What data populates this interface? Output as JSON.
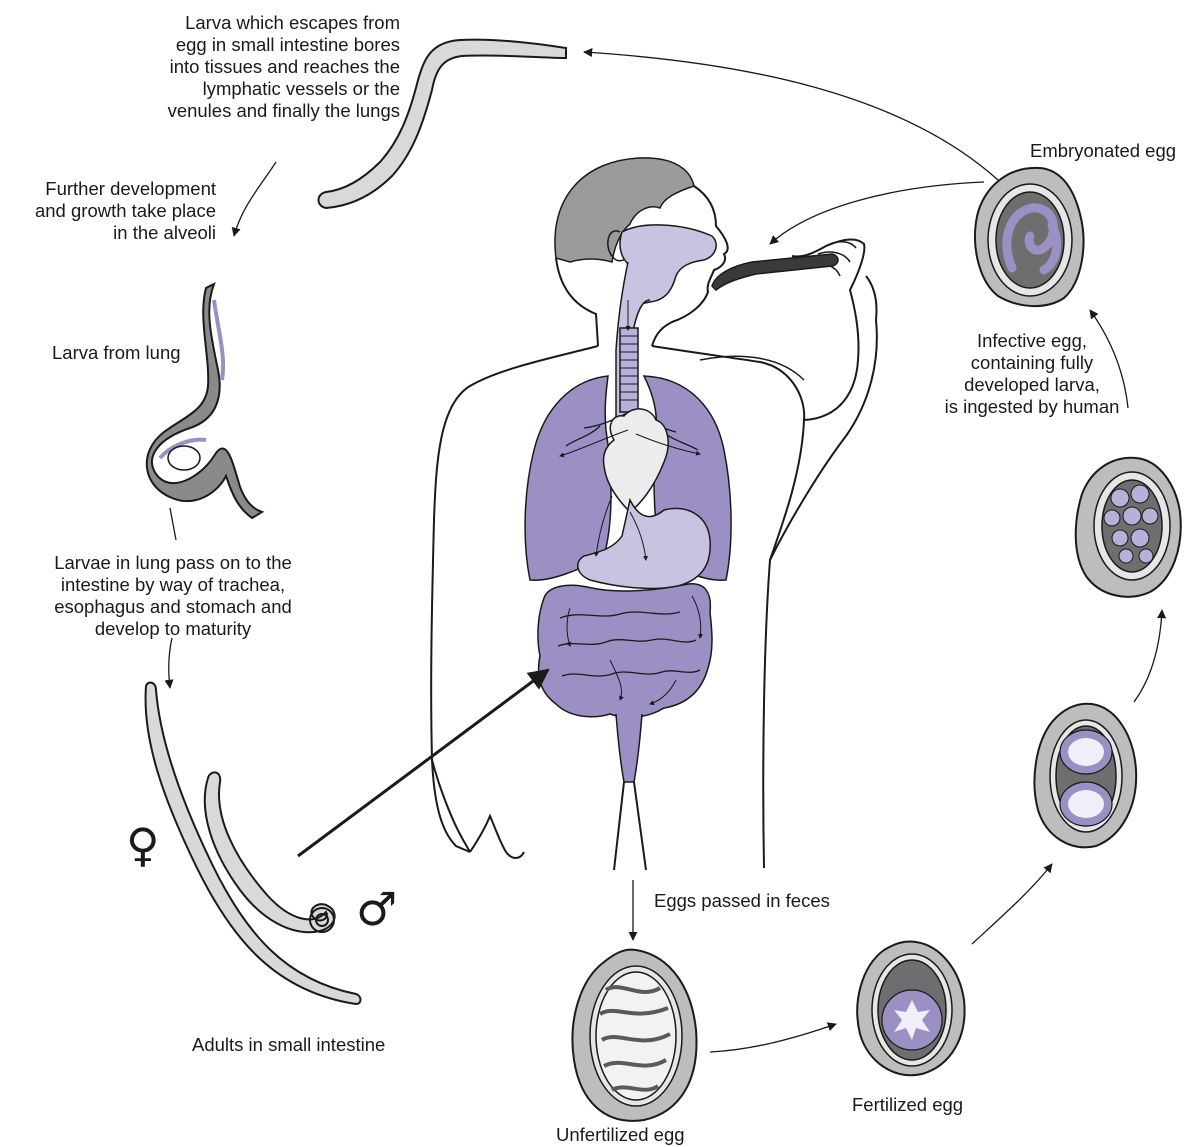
{
  "labels": {
    "larva_escapes": "Larva which escapes from\negg in small intestine bores\ninto tissues and reaches the\nlymphatic vessels or the\nvenules and finally the lungs",
    "further_development": "Further development\nand growth take place\nin the alveoli",
    "larva_from_lung": "Larva from lung",
    "larvae_pass": "Larvae in lung pass on to the\nintestine by way of trachea,\nesophagus and stomach and\ndevelop to maturity",
    "adults": "Adults in small intestine",
    "embryonated_egg": "Embryonated egg",
    "infective_egg": "Infective egg,\ncontaining fully\ndeveloped larva,\nis ingested by human",
    "eggs_passed": "Eggs passed in feces",
    "unfertilized_egg": "Unfertilized egg",
    "fertilized_egg": "Fertilized egg"
  },
  "symbols": {
    "female": "♀",
    "male": "♂"
  },
  "colors": {
    "purple": "#9b8fc4",
    "light_purple": "#c9c2e0",
    "gray": "#8a8a8a",
    "light_gray": "#d0d0d0",
    "ink": "#1a1a1a"
  }
}
